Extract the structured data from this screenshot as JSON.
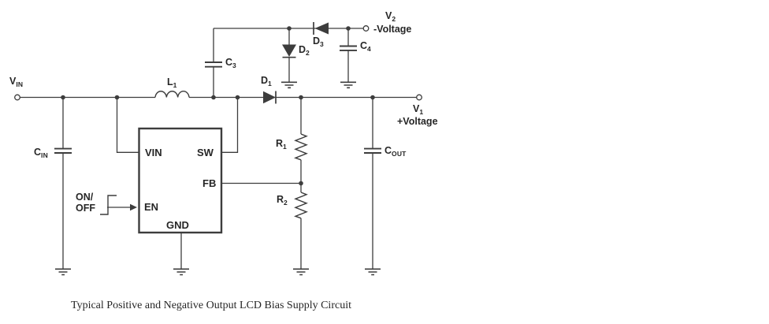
{
  "colors": {
    "line": "#3d3d3d",
    "text": "#262626",
    "background": "#ffffff"
  },
  "caption": "Typical Positive and Negative Output LCD Bias Supply Circuit",
  "components": {
    "vin": {
      "main": "V",
      "sub": "IN"
    },
    "cin": {
      "main": "C",
      "sub": "IN"
    },
    "l1": {
      "main": "L",
      "sub": "1"
    },
    "c3": {
      "main": "C",
      "sub": "3"
    },
    "d1": {
      "main": "D",
      "sub": "1"
    },
    "d2": {
      "main": "D",
      "sub": "2"
    },
    "d3": {
      "main": "D",
      "sub": "3"
    },
    "c4": {
      "main": "C",
      "sub": "4"
    },
    "cout": {
      "main": "C",
      "sub": "OUT"
    },
    "r1": {
      "main": "R",
      "sub": "1"
    },
    "r2": {
      "main": "R",
      "sub": "2"
    },
    "v1": {
      "main": "V",
      "sub": "1",
      "desc": "+Voltage"
    },
    "v2": {
      "main": "V",
      "sub": "2",
      "desc": "-Voltage"
    }
  },
  "ic": {
    "pins": {
      "vin": "VIN",
      "sw": "SW",
      "fb": "FB",
      "en": "EN",
      "gnd": "GND"
    }
  },
  "control": {
    "line1": "ON/",
    "line2": "OFF"
  }
}
